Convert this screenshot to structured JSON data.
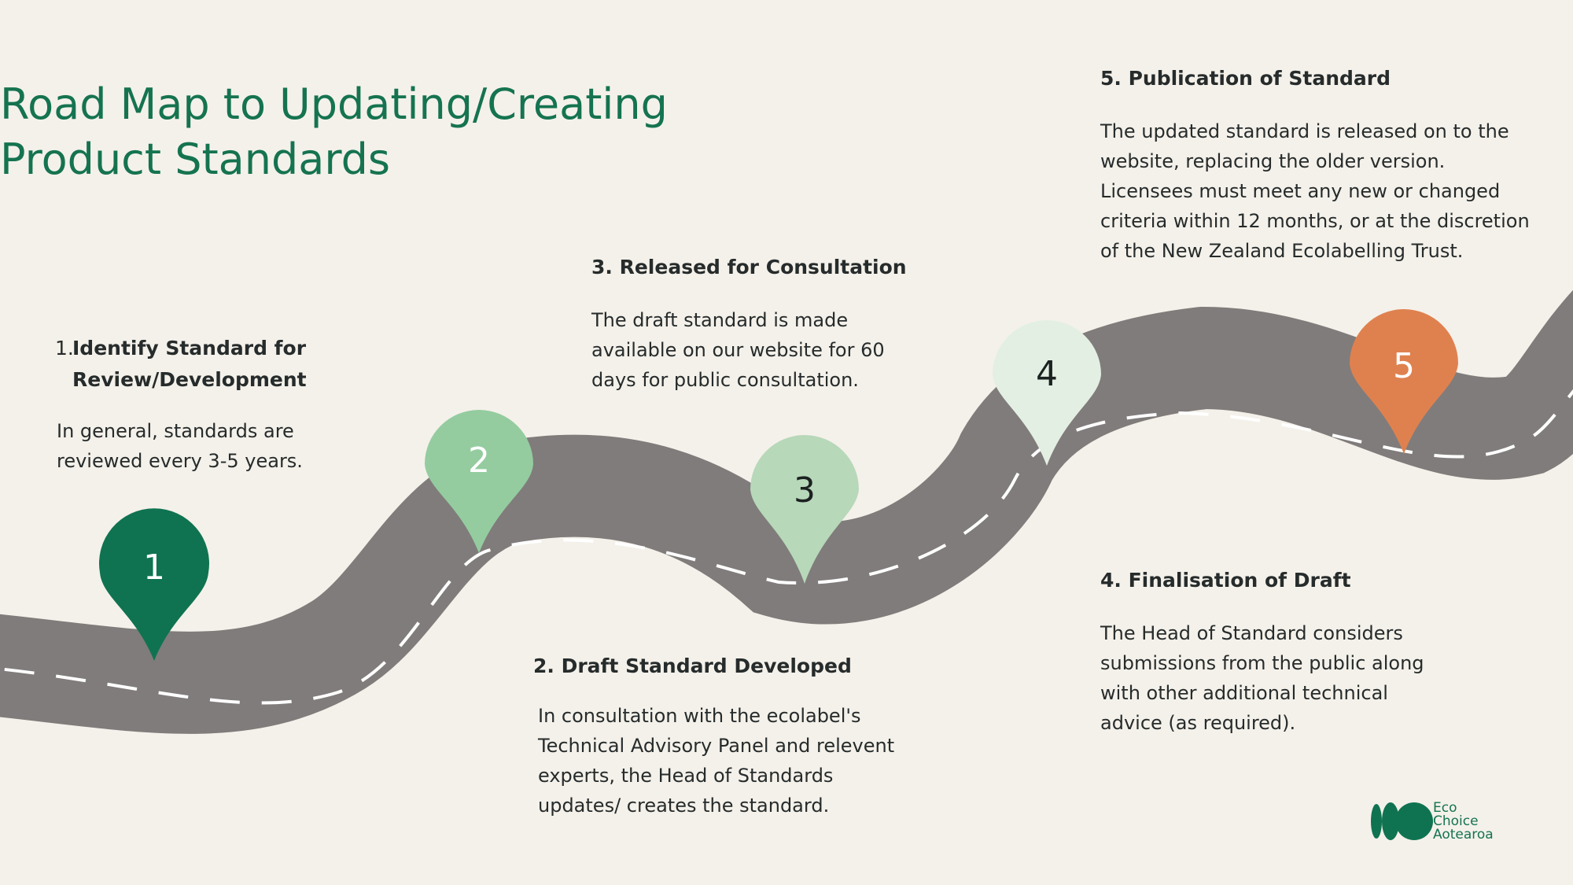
{
  "title": {
    "line1": "Road Map to Updating/Creating",
    "line2": "Product Standards"
  },
  "steps": [
    {
      "number": "1",
      "title_prefix": "1.",
      "title_line1": "Identify Standard for",
      "title_line2": "Review/Development",
      "body": [
        "In general, standards are",
        "reviewed every 3-5 years."
      ]
    },
    {
      "number": "2",
      "title": "2. Draft Standard Developed",
      "body": [
        "In consultation with the ecolabel's",
        "Technical Advisory Panel and relevent",
        "experts, the Head of Standards",
        "updates/ creates the standard."
      ]
    },
    {
      "number": "3",
      "title": "3. Released for Consultation",
      "body": [
        "The draft standard is made",
        "available on our website for 60",
        "days for public consultation."
      ]
    },
    {
      "number": "4",
      "title": "4. Finalisation of Draft",
      "body": [
        "The Head of Standard considers",
        "submissions from the public along",
        "with other additional technical",
        "advice (as required)."
      ]
    },
    {
      "number": "5",
      "title": "5. Publication of Standard",
      "body": [
        "The updated standard is released on to the",
        "website, replacing the older version.",
        "Licensees must meet any new or changed",
        "criteria within 12 months, or at the discretion",
        "of the New Zealand Ecolabelling Trust."
      ]
    }
  ],
  "pin_icons": [
    "map-pin-icon",
    "map-pin-icon",
    "map-pin-icon",
    "map-pin-icon",
    "map-pin-icon"
  ],
  "logo": {
    "line1": "Eco",
    "line2": "Choice",
    "line3": "Aotearoa"
  },
  "colors": {
    "background": "#f4f1ea",
    "title": "#157350",
    "road": "#807c7b",
    "road_dash": "#ffffff",
    "pin1": "#0f7351",
    "pin2": "#94cc9f",
    "pin3": "#b7d8b9",
    "pin4": "#e3efe3",
    "pin5": "#df814f",
    "logo": "#0f7351"
  }
}
